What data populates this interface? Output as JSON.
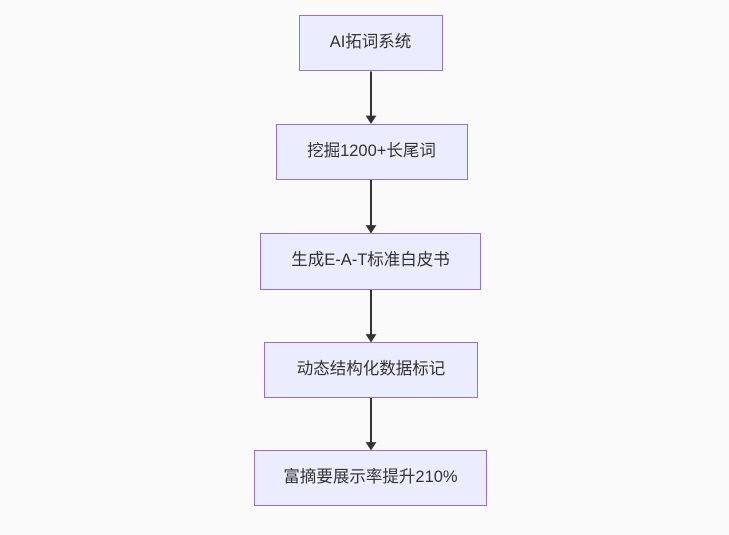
{
  "diagram": {
    "type": "flowchart",
    "direction": "top-down",
    "nodes": [
      {
        "id": "step-1",
        "label": "AI拓词系统"
      },
      {
        "id": "step-2",
        "label": "挖掘1200+长尾词"
      },
      {
        "id": "step-3",
        "label": "生成E-A-T标准白皮书"
      },
      {
        "id": "step-4",
        "label": "动态结构化数据标记"
      },
      {
        "id": "step-5",
        "label": "富摘要展示率提升210%"
      }
    ],
    "edges": [
      {
        "from": "step-1",
        "to": "step-2"
      },
      {
        "from": "step-2",
        "to": "step-3"
      },
      {
        "from": "step-3",
        "to": "step-4"
      },
      {
        "from": "step-4",
        "to": "step-5"
      }
    ],
    "colors": {
      "node_fill": "#ECECFF",
      "node_border": "#9370DB",
      "edge": "#333333",
      "text": "#333333",
      "background": "#fafafa"
    }
  }
}
